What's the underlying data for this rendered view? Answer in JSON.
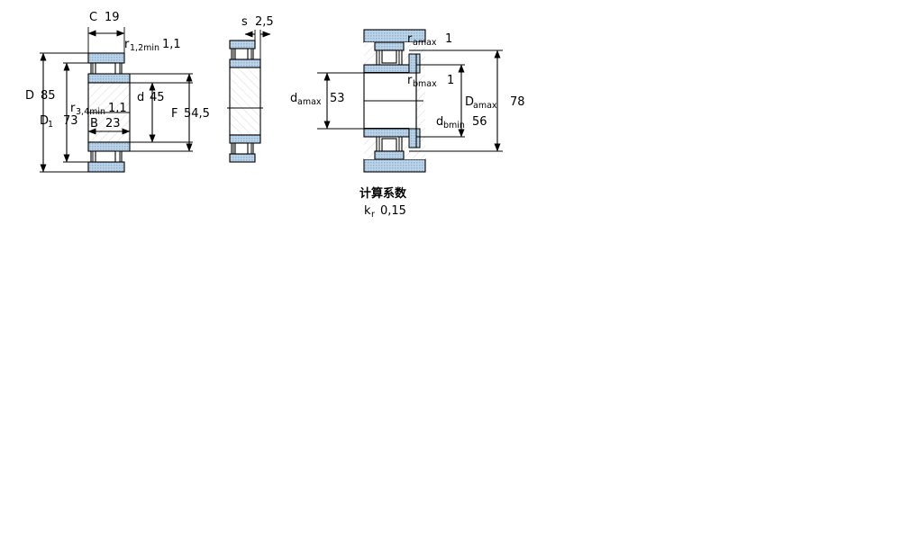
{
  "diagram": {
    "type": "bearing-cross-section-drawing",
    "colors": {
      "line": "#000000",
      "steel_fill": "#a8c4dc",
      "hatch": "#f2f2f2",
      "background": "#ffffff"
    },
    "views": [
      {
        "name": "left-section-view",
        "id": "view-left"
      },
      {
        "name": "middle-outline-view",
        "id": "view-middle"
      },
      {
        "name": "right-abutment-view",
        "id": "view-right"
      }
    ]
  },
  "dimensions": {
    "left_view": [
      {
        "name": "C",
        "symbol": "C",
        "sub": "",
        "value": "19"
      },
      {
        "name": "r12min",
        "symbol": "r",
        "sub": "1,2min",
        "value": "1,1"
      },
      {
        "name": "r34min",
        "symbol": "r",
        "sub": "3,4min",
        "value": "1,1"
      },
      {
        "name": "D",
        "symbol": "D",
        "sub": "",
        "value": "85"
      },
      {
        "name": "D1",
        "symbol": "D",
        "sub": "1",
        "value": "73"
      },
      {
        "name": "B",
        "symbol": "B",
        "sub": "",
        "value": "23"
      },
      {
        "name": "d",
        "symbol": "d",
        "sub": "",
        "value": "45"
      },
      {
        "name": "F",
        "symbol": "F",
        "sub": "",
        "value": "54,5"
      }
    ],
    "middle_view": [
      {
        "name": "s",
        "symbol": "s",
        "sub": "",
        "value": "2,5"
      }
    ],
    "right_view": [
      {
        "name": "ramax",
        "symbol": "r",
        "sub": "amax",
        "value": "1"
      },
      {
        "name": "rbmax",
        "symbol": "r",
        "sub": "bmax",
        "value": "1"
      },
      {
        "name": "damax",
        "symbol": "d",
        "sub": "amax",
        "value": "53"
      },
      {
        "name": "dbmin",
        "symbol": "d",
        "sub": "bmin",
        "value": "56"
      },
      {
        "name": "Damax",
        "symbol": "D",
        "sub": "amax",
        "value": "78"
      }
    ]
  },
  "calculation_factor": {
    "title": "计算系数",
    "symbol": "k",
    "sub": "r",
    "value": "0,15"
  }
}
